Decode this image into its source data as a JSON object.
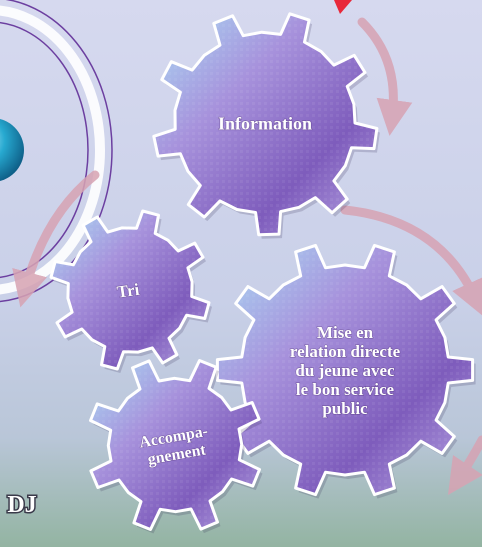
{
  "diagram": {
    "gears": [
      {
        "id": "information",
        "lines": [
          "Information"
        ]
      },
      {
        "id": "tri",
        "lines": [
          "Tri"
        ]
      },
      {
        "id": "mise-en-relation",
        "lines": [
          "Mise en",
          "relation directe",
          "du jeune avec",
          "le bon service",
          "public"
        ]
      },
      {
        "id": "accompagnement",
        "lines": [
          "Accompa-",
          "gnement"
        ]
      }
    ],
    "corner_label": "DJ"
  },
  "colors": {
    "background_top": "#d3d7ee",
    "background_bottom": "#8fb4a6",
    "gear_light": "#9fd6f2",
    "gear_mid": "#a98fd8",
    "gear_dark": "#6b4aa8",
    "arrow": "#d9a6b4",
    "red_triangle": "#e8283a",
    "ring_purple": "#6c3fa0",
    "orb_teal": "#1e9fc4"
  }
}
